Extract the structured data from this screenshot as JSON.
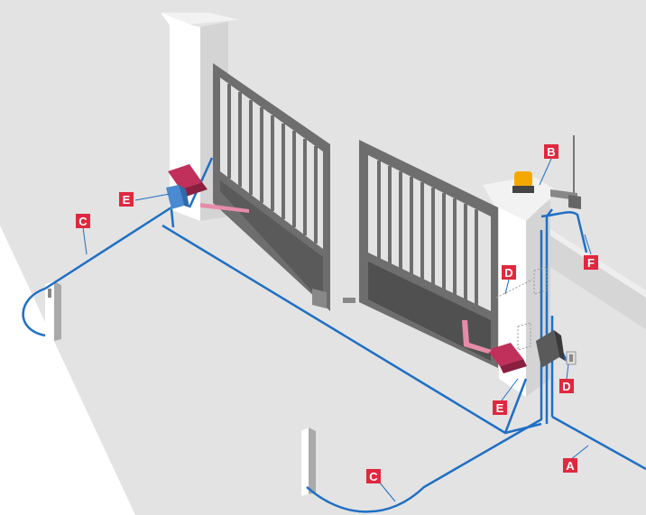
{
  "labels": {
    "A": "A",
    "B": "B",
    "C": "C",
    "D": "D",
    "E": "E",
    "F": "F"
  },
  "colors": {
    "ground": "#e3e3e3",
    "wall": "#d8d8d8",
    "pillar": "#ffffff",
    "gate": "#6e6e6e",
    "gate_dark": "#505050",
    "cable": "#1f6fc4",
    "motor": "#c0305a",
    "tag": "#e0283e"
  }
}
